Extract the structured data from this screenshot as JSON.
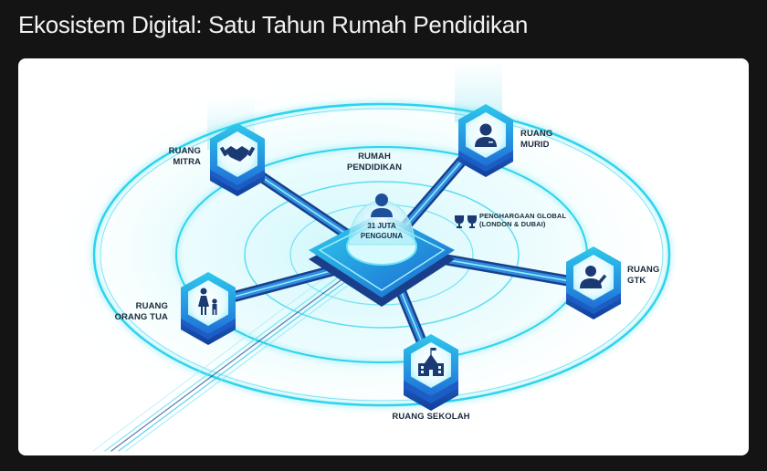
{
  "title": "Ekosistem Digital: Satu Tahun Rumah Pendidikan",
  "colors": {
    "page_background": "#141414",
    "card_background": "#ffffff",
    "primary_blue": "#1e63c9",
    "cyan_glow": "#27d3ea",
    "icon_navy": "#1b3a73",
    "label_text": "#1b2a3a"
  },
  "diagram": {
    "hub": {
      "label_line1": "RUMAH",
      "label_line2": "PENDIDIKAN",
      "stat_line1": "31 JUTA",
      "stat_line2": "PENGGUNA",
      "icon": "user-icon"
    },
    "award": {
      "line1": "PENGHARGAAN GLOBAL",
      "line2": "(LONDON & DUBAI)",
      "icon": "trophy-icon"
    },
    "nodes": [
      {
        "id": "mitra",
        "line1": "RUANG",
        "line2": "MITRA",
        "icon": "handshake-icon"
      },
      {
        "id": "murid",
        "line1": "RUANG",
        "line2": "MURID",
        "icon": "student-icon"
      },
      {
        "id": "gtk",
        "line1": "RUANG",
        "line2": "GTK",
        "icon": "teacher-icon"
      },
      {
        "id": "orang_tua",
        "line1": "RUANG",
        "line2": "ORANG TUA",
        "icon": "parent-child-icon"
      },
      {
        "id": "sekolah",
        "line1": "RUANG SEKOLAH",
        "line2": "",
        "icon": "school-icon"
      }
    ]
  }
}
